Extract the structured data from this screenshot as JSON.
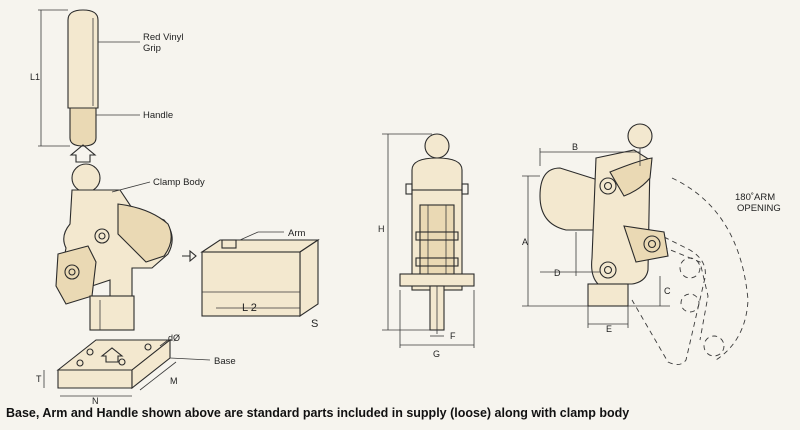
{
  "labels": {
    "red_vinyl_grip_line1": "Red Vinyl",
    "red_vinyl_grip_line2": "Grip",
    "handle": "Handle",
    "clamp_body": "Clamp Body",
    "arm": "Arm",
    "base": "Base",
    "arm_opening_line1": "180˚ARM",
    "arm_opening_line2": "OPENING"
  },
  "dimensions": {
    "l1": "L1",
    "l2": "L 2",
    "s": "S",
    "d": "dØ",
    "t": "T",
    "n": "N",
    "m": "M",
    "h": "H",
    "f": "F",
    "g": "G",
    "a": "A",
    "b": "B",
    "c": "C",
    "d_side": "D",
    "e": "E"
  },
  "caption": "Base, Arm and Handle shown above are standard parts included in supply (loose) along with clamp body"
}
